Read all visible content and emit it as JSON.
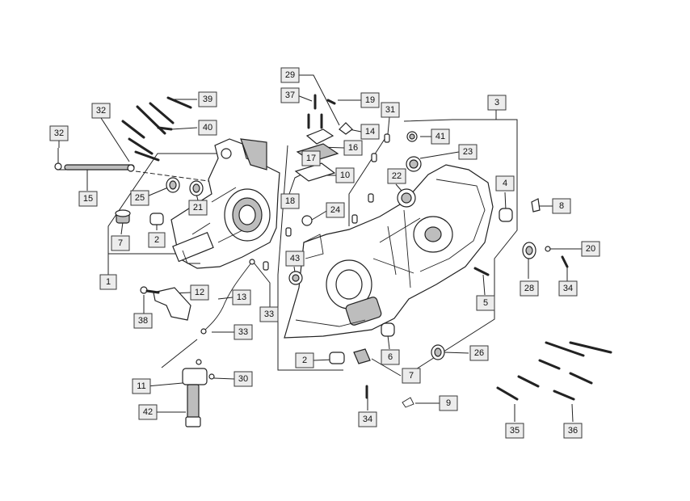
{
  "callouts": [
    {
      "id": "c1",
      "text": "1"
    },
    {
      "id": "c2a",
      "text": "2"
    },
    {
      "id": "c2b",
      "text": "2"
    },
    {
      "id": "c3",
      "text": "3"
    },
    {
      "id": "c4",
      "text": "4"
    },
    {
      "id": "c5",
      "text": "5"
    },
    {
      "id": "c6",
      "text": "6"
    },
    {
      "id": "c7a",
      "text": "7"
    },
    {
      "id": "c7b",
      "text": "7"
    },
    {
      "id": "c8",
      "text": "8"
    },
    {
      "id": "c9",
      "text": "9"
    },
    {
      "id": "c10",
      "text": "10"
    },
    {
      "id": "c11",
      "text": "11"
    },
    {
      "id": "c12",
      "text": "12"
    },
    {
      "id": "c13",
      "text": "13"
    },
    {
      "id": "c14",
      "text": "14"
    },
    {
      "id": "c15",
      "text": "15"
    },
    {
      "id": "c16",
      "text": "16"
    },
    {
      "id": "c17",
      "text": "17"
    },
    {
      "id": "c18",
      "text": "18"
    },
    {
      "id": "c19",
      "text": "19"
    },
    {
      "id": "c20",
      "text": "20"
    },
    {
      "id": "c21",
      "text": "21"
    },
    {
      "id": "c22",
      "text": "22"
    },
    {
      "id": "c23",
      "text": "23"
    },
    {
      "id": "c24",
      "text": "24"
    },
    {
      "id": "c25",
      "text": "25"
    },
    {
      "id": "c26",
      "text": "26"
    },
    {
      "id": "c28",
      "text": "28"
    },
    {
      "id": "c29",
      "text": "29"
    },
    {
      "id": "c30",
      "text": "30"
    },
    {
      "id": "c31",
      "text": "31"
    },
    {
      "id": "c32a",
      "text": "32"
    },
    {
      "id": "c32b",
      "text": "32"
    },
    {
      "id": "c33a",
      "text": "33"
    },
    {
      "id": "c33b",
      "text": "33"
    },
    {
      "id": "c34a",
      "text": "34"
    },
    {
      "id": "c34b",
      "text": "34"
    },
    {
      "id": "c35",
      "text": "35"
    },
    {
      "id": "c36",
      "text": "36"
    },
    {
      "id": "c37",
      "text": "37"
    },
    {
      "id": "c38",
      "text": "38"
    },
    {
      "id": "c39",
      "text": "39"
    },
    {
      "id": "c40",
      "text": "40"
    },
    {
      "id": "c41",
      "text": "41"
    },
    {
      "id": "c42",
      "text": "42"
    },
    {
      "id": "c43",
      "text": "43"
    }
  ]
}
